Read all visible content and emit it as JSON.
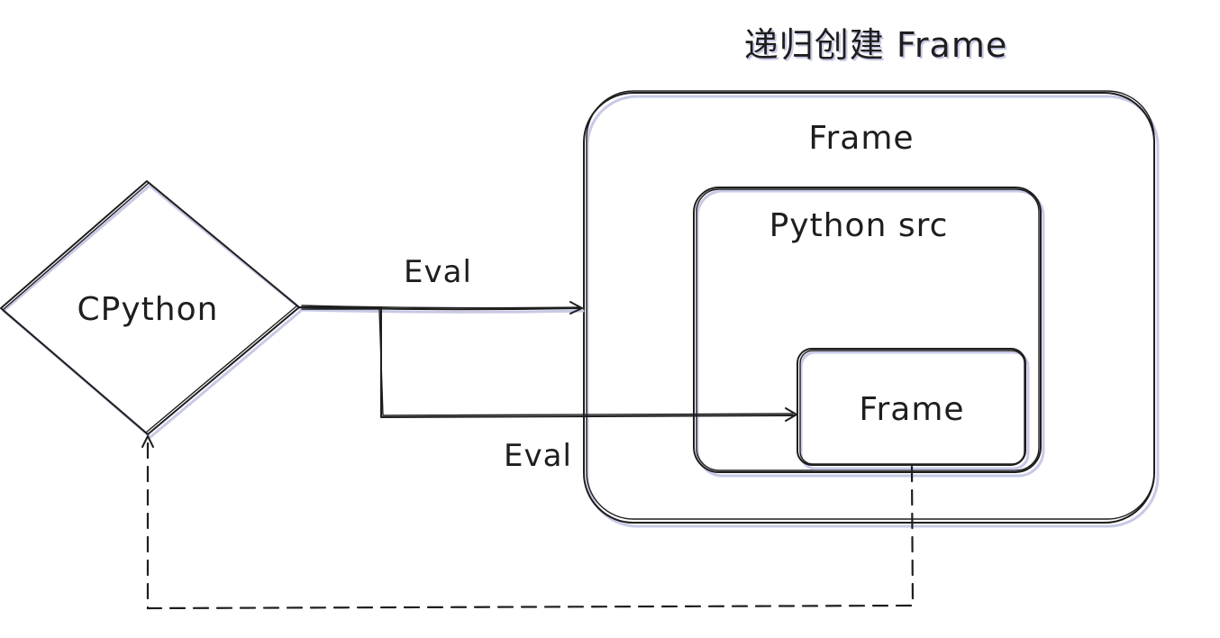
{
  "diagram": {
    "title": "递归创建 Frame",
    "nodes": {
      "cpython": "CPython",
      "outer_frame": "Frame",
      "python_src": "Python src",
      "inner_frame": "Frame"
    },
    "edges": {
      "eval_top": "Eval",
      "eval_bottom": "Eval"
    }
  }
}
